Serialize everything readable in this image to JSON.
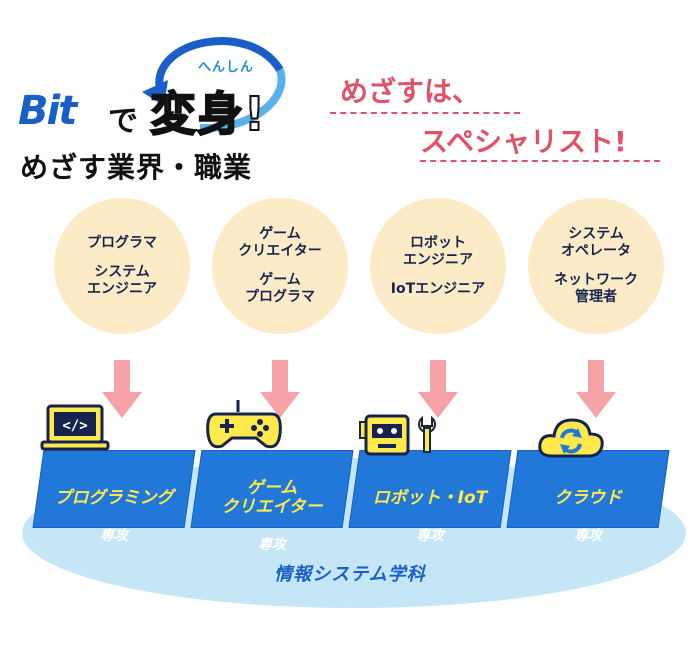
{
  "header": {
    "logo_bit": "Bit",
    "logo_de": "で",
    "logo_henshin": "変身!",
    "ruby": "へんしん",
    "subtitle": "めざす業界・職業",
    "slogan_line1": "めざすは、",
    "slogan_line2": "スペシャリスト!"
  },
  "careers": [
    {
      "jobs": [
        "プログラマ",
        "システム\nエンジニア"
      ]
    },
    {
      "jobs": [
        "ゲーム\nクリエイター",
        "ゲーム\nプログラマ"
      ]
    },
    {
      "jobs": [
        "ロボット\nエンジニア",
        "IoTエンジニア"
      ]
    },
    {
      "jobs": [
        "システム\nオペレータ",
        "ネットワーク\n管理者"
      ]
    }
  ],
  "courses": [
    {
      "name": "プログラミング",
      "suffix": "専攻",
      "icon": "laptop-code-icon"
    },
    {
      "name": "ゲーム\nクリエイター",
      "suffix": "専攻",
      "icon": "gamepad-icon"
    },
    {
      "name": "ロボット・IoT",
      "suffix": "専攻",
      "icon": "robot-wrench-icon"
    },
    {
      "name": "クラウド",
      "suffix": "専攻",
      "icon": "cloud-sync-icon"
    }
  ],
  "department": "情報システム学科",
  "colors": {
    "accent_blue": "#2178d8",
    "course_text": "#ffe94d",
    "slogan_pink": "#e05366",
    "circle_fill": "#fdebc8",
    "base_fill": "#c4e6f7",
    "arrow_pink": "#f6a3a8"
  }
}
